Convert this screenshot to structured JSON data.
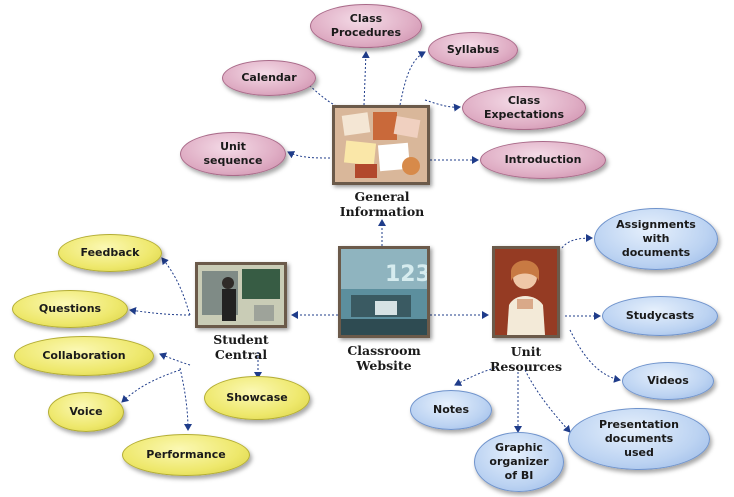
{
  "hubs": {
    "general": "General\nInformation",
    "student": "Student\nCentral",
    "website": "Classroom\nWebsite",
    "resources": "Unit\nResources"
  },
  "pink_nodes": {
    "class_procedures": "Class\nProcedures",
    "syllabus": "Syllabus",
    "calendar": "Calendar",
    "class_expectations": "Class\nExpectations",
    "unit_sequence": "Unit\nsequence",
    "introduction": "Introduction"
  },
  "blue_nodes": {
    "assignments": "Assignments\nwith\ndocuments",
    "studycasts": "Studycasts",
    "videos": "Videos",
    "notes": "Notes",
    "presentation": "Presentation\ndocuments\nused",
    "graphic_organizer": "Graphic\norganizer\nof BI"
  },
  "yellow_nodes": {
    "feedback": "Feedback",
    "questions": "Questions",
    "collaboration": "Collaboration",
    "voice": "Voice",
    "showcase": "Showcase",
    "performance": "Performance"
  },
  "colors": {
    "pink": "#dfadc4",
    "blue": "#bcd3f2",
    "yellow": "#eee86c",
    "connector": "#1f3c8a"
  }
}
